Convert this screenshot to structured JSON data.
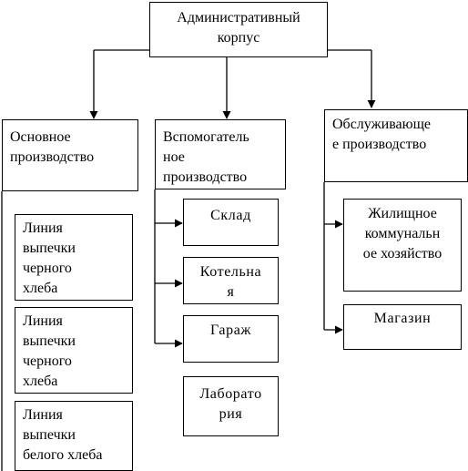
{
  "diagram": {
    "root": {
      "label": "Административный\nкорпус"
    },
    "branches": [
      {
        "label": "Основное\nпроизводство",
        "children": [
          "Линия\nвыпечки\nчерного\nхлеба",
          "Линия\nвыпечки\nчерного\nхлеба",
          "Линия\nвыпечки\nбелого хлеба"
        ]
      },
      {
        "label": "Вспомогатель\nное\nпроизводство",
        "children": [
          "Склад",
          "Котельна\nя",
          "Гараж",
          "Лаборато\nрия"
        ]
      },
      {
        "label": "Обслуживающе\nе производство",
        "children": [
          "Жилищное\nкоммунальн\nое хозяйство",
          "Магазин"
        ]
      }
    ]
  }
}
